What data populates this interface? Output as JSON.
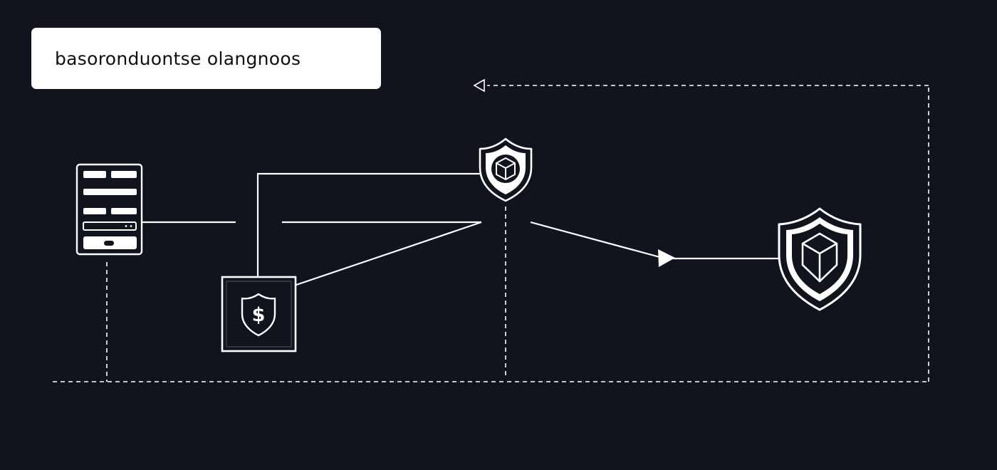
{
  "title": {
    "text": "basoronduontse olangnoos"
  },
  "colors": {
    "background": "#11141c",
    "foreground": "#ffffff",
    "card": "#ffffff",
    "card_text": "#0d1016"
  },
  "nodes": [
    {
      "id": "server",
      "icon": "server-form-icon"
    },
    {
      "id": "payment-box",
      "icon": "dollar-shield-icon"
    },
    {
      "id": "gateway-shield",
      "icon": "shield-cube-icon"
    },
    {
      "id": "target-shield",
      "icon": "shield-cube-icon"
    }
  ],
  "edges": [
    {
      "from": "server",
      "to": "junction",
      "style": "solid"
    },
    {
      "from": "payment-box",
      "to": "gateway-shield",
      "style": "solid"
    },
    {
      "from": "junction",
      "to": "gateway-shield",
      "style": "solid"
    },
    {
      "from": "gateway-shield",
      "to": "target-shield",
      "style": "solid-arrow"
    },
    {
      "from": "server",
      "to": "return-bus",
      "style": "dashed"
    },
    {
      "from": "gateway-shield",
      "to": "return-bus",
      "style": "dashed"
    },
    {
      "from": "return-bus",
      "to": "title",
      "style": "dashed-arrow"
    }
  ]
}
